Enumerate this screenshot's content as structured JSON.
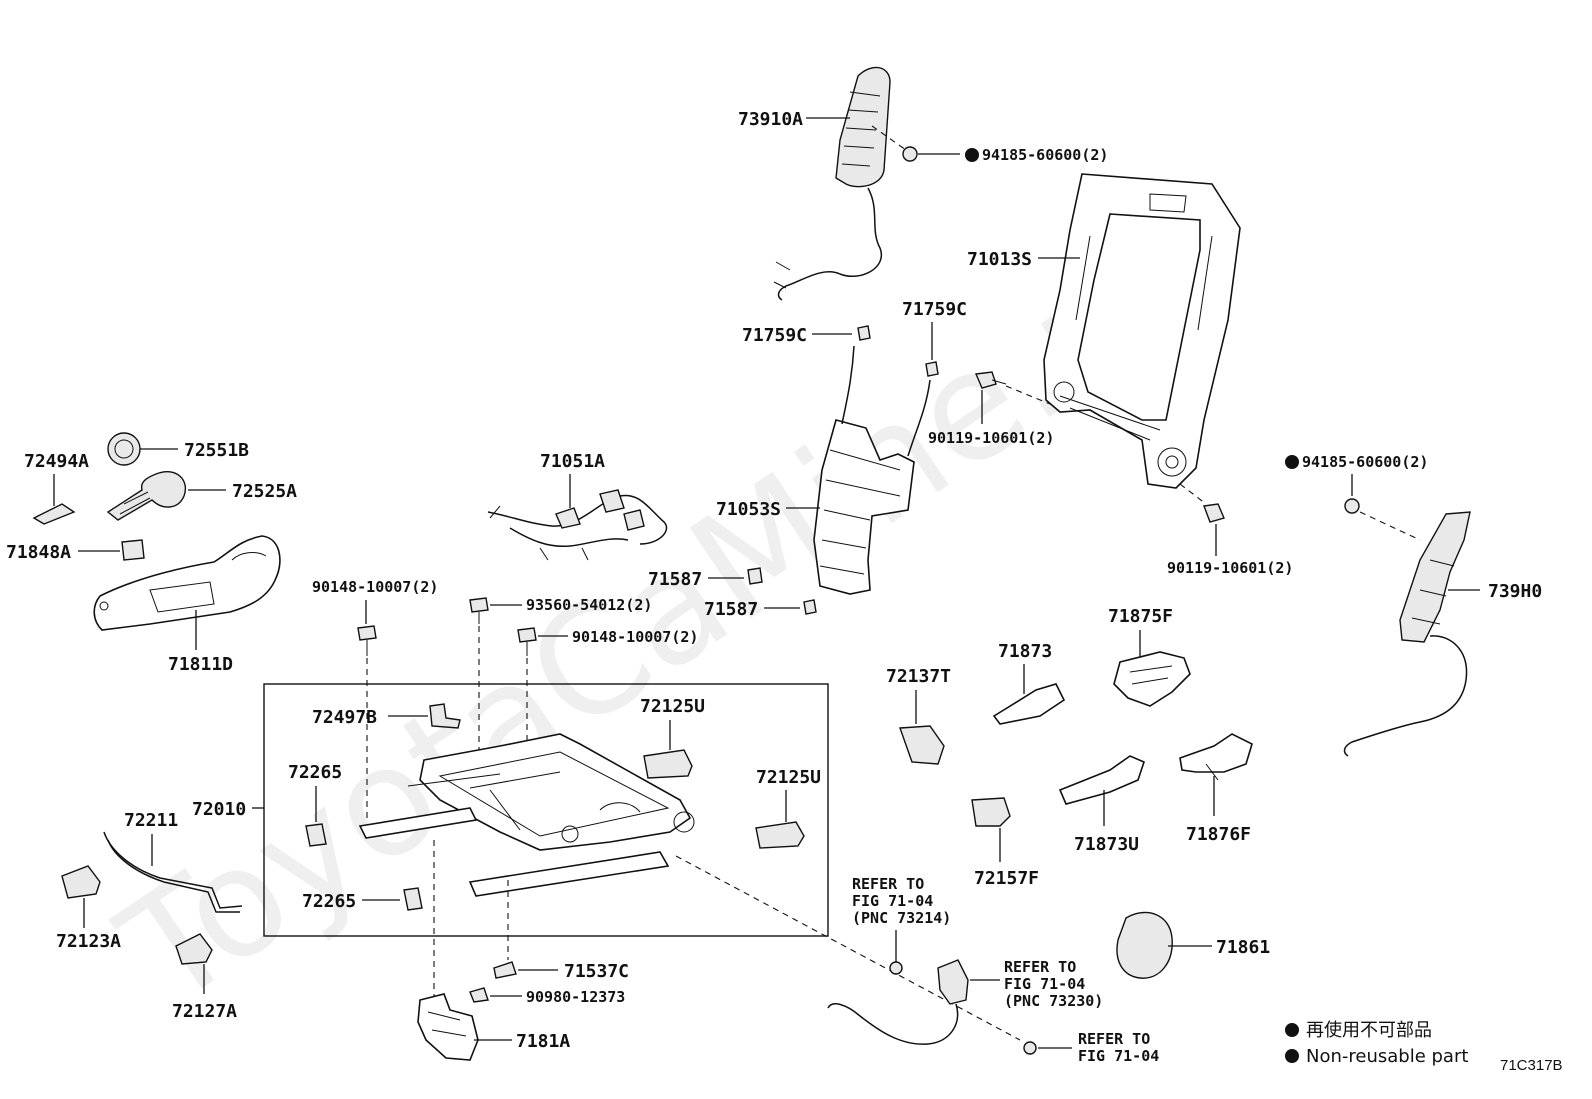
{
  "watermark": "ToyotaCaMine.ru",
  "diagram_code": "71C317B",
  "legend": {
    "jp": "再使用不可部品",
    "en": "Non-reusable part"
  },
  "labels": {
    "p73910A": "73910A",
    "p94185a": "94185-60600(2)",
    "p71013S": "71013S",
    "p71759C_left": "71759C",
    "p71759C_right": "71759C",
    "p90119a": "90119-10601(2)",
    "p94185b": "94185-60600(2)",
    "p71053S": "71053S",
    "p90119b": "90119-10601(2)",
    "p739H0": "739H0",
    "p72494A": "72494A",
    "p72551B": "72551B",
    "p72525A": "72525A",
    "p71051A": "71051A",
    "p71848A": "71848A",
    "p71587a": "71587",
    "p71587b": "71587",
    "p90148a": "90148-10007(2)",
    "p93560": "93560-54012(2)",
    "p90148b": "90148-10007(2)",
    "p71811D": "71811D",
    "p71875F": "71875F",
    "p71873": "71873",
    "p72137T": "72137T",
    "p72497B": "72497B",
    "p72125U_a": "72125U",
    "p72125U_b": "72125U",
    "p72265a": "72265",
    "p72265b": "72265",
    "p72010": "72010",
    "p72211": "72211",
    "p72123A": "72123A",
    "p72127A": "72127A",
    "p71873U": "71873U",
    "p71876F": "71876F",
    "p72157F": "72157F",
    "p71861": "71861",
    "p71537C": "71537C",
    "p90980": "90980-12373",
    "p7181A": "7181A"
  },
  "refs": {
    "ref1": [
      "REFER TO",
      "FIG 71-04",
      "(PNC 73214)"
    ],
    "ref2": [
      "REFER TO",
      "FIG 71-04",
      "(PNC 73230)"
    ],
    "ref3": [
      "REFER TO",
      "FIG 71-04"
    ]
  }
}
